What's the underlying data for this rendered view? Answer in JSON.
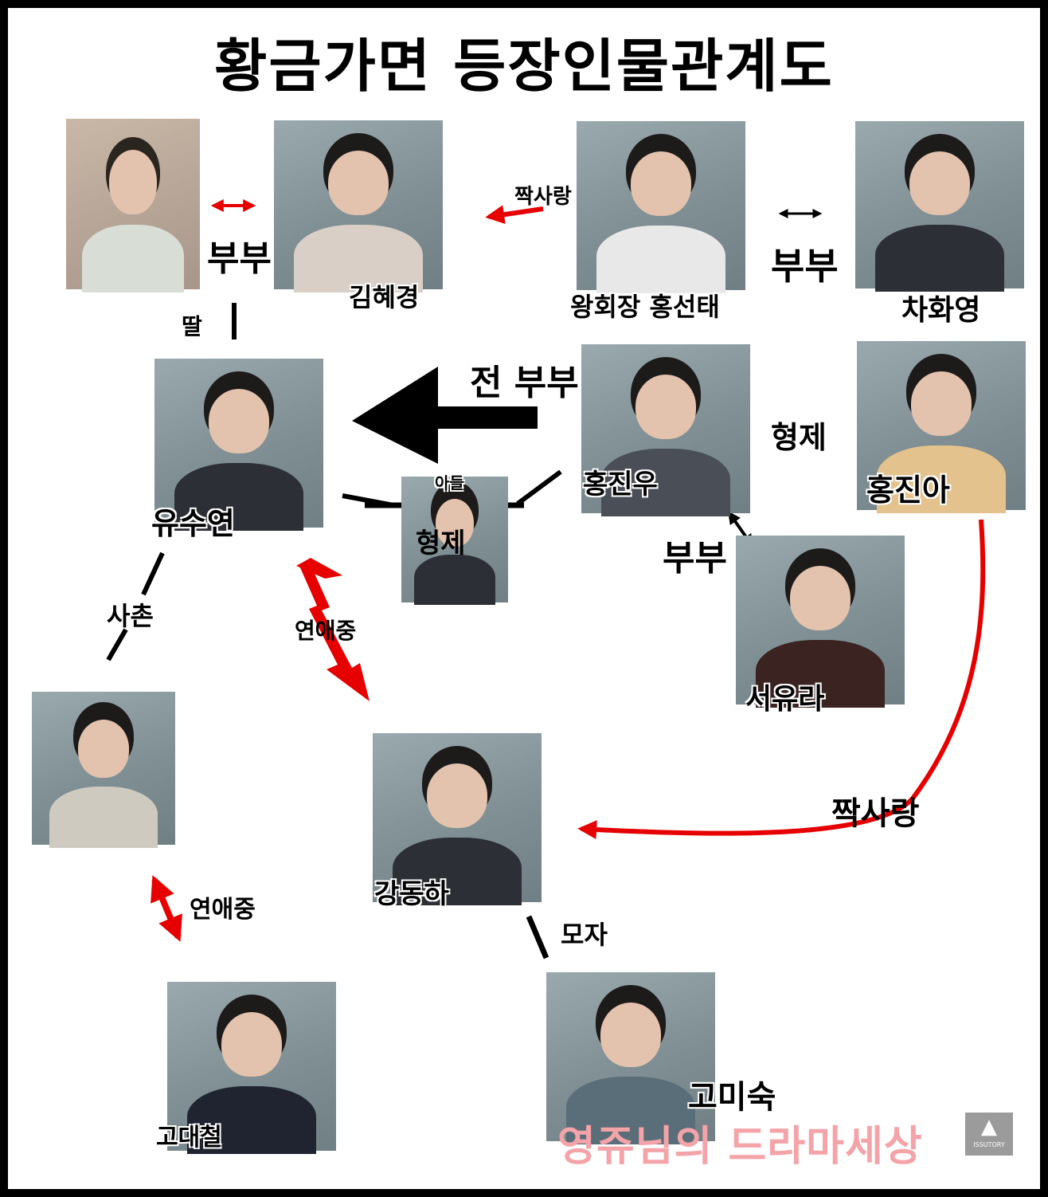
{
  "title": "황금가면 등장인물관계도",
  "people": {
    "p1": {
      "name": ""
    },
    "kimhyekyung": {
      "name": "김혜경"
    },
    "hongseontae": {
      "name": "왕회장 홍선태"
    },
    "chahwayoung": {
      "name": "차화영"
    },
    "yusuyeon": {
      "name": "유수연"
    },
    "son": {
      "name": "아들"
    },
    "hongjinwoo": {
      "name": "홍진우"
    },
    "hongjina": {
      "name": "홍진아"
    },
    "seoyura": {
      "name": "서유라"
    },
    "cousin": {
      "name": ""
    },
    "kangdongha": {
      "name": "강동하"
    },
    "godaecheol": {
      "name": "고대철"
    },
    "gomisuk": {
      "name": "고미숙"
    }
  },
  "relations": {
    "couple1": "부부",
    "crush1": "짝사랑",
    "couple2": "부부",
    "daughter": "딸",
    "ex_couple": "전 부부",
    "siblings1": "형제",
    "couple3": "부부",
    "cousin": "사촌",
    "dating1": "연애중",
    "crush2": "짝사랑",
    "dating2": "연애중",
    "mother_son": "모자",
    "siblings2": "형제"
  },
  "watermark": {
    "text": "영쥬님의 드라마세상",
    "logo": "ISSUTORY"
  },
  "colors": {
    "accent": "#e60000",
    "line": "#000000",
    "photo_bg": "#8a999e"
  }
}
